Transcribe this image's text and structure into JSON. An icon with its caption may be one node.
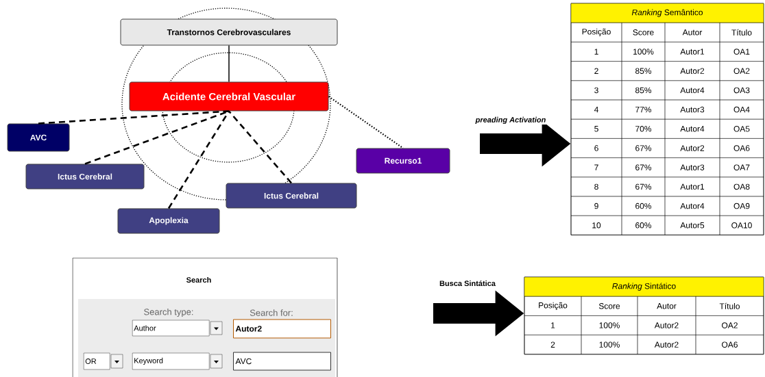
{
  "diagram": {
    "nodes": [
      {
        "text": [
          "Transtornos Cerebrovasculares"
        ]
      },
      {
        "text": [
          "Acidente Cerebral Vascular"
        ]
      },
      {
        "text": [
          "AVC"
        ]
      },
      {
        "text": [
          "Ictus Cerebral"
        ]
      },
      {
        "text": [
          "Recurso1"
        ]
      },
      {
        "text": [
          "Ictus Cerebral"
        ]
      },
      {
        "text": [
          "Apoplexia"
        ]
      },
      {
        "text": [
          "*Ranking* Semântico"
        ]
      },
      {
        "text": [
          "Search"
        ]
      },
      {
        "text": [
          "*Ranking* Sintático"
        ]
      }
    ],
    "edges": [
      {
        "from": 0,
        "to": 1,
        "arrow": "none"
      },
      {
        "from": 2,
        "to": 1,
        "arrow": "none",
        "style": "dashed"
      },
      {
        "from": 3,
        "to": 1,
        "arrow": "none",
        "style": "dashed"
      },
      {
        "from": 6,
        "to": 1,
        "arrow": "none",
        "style": "dashed"
      },
      {
        "from": 5,
        "to": 1,
        "arrow": "none",
        "style": "dashed"
      },
      {
        "from": 1,
        "to": 4,
        "arrow": "none",
        "style": "dashed"
      },
      {
        "from": null,
        "to": 7,
        "arrow": "to",
        "style": "thick",
        "label": "preading Activation"
      },
      {
        "from": null,
        "to": 9,
        "arrow": "to",
        "style": "thick",
        "label": "Busca Sintática"
      }
    ],
    "labels": [
      "Posição",
      "Score",
      "Autor",
      "Título",
      "1",
      "100%",
      "Autor1",
      "OA1",
      "2",
      "85%",
      "Autor2",
      "OA2",
      "3",
      "85%",
      "Autor4",
      "OA3",
      "4",
      "77%",
      "Autor3",
      "OA4",
      "5",
      "70%",
      "Autor4",
      "OA5",
      "6",
      "67%",
      "Autor2",
      "OA6",
      "7",
      "67%",
      "Autor3",
      "OA7",
      "8",
      "67%",
      "Autor1",
      "OA8",
      "9",
      "60%",
      "Autor4",
      "OA9",
      "10",
      "60%",
      "Autor5",
      "OA10",
      "Search type:",
      "Search for:",
      "Author",
      "Autor2",
      "OR",
      "Keyword",
      "AVC",
      "Posição",
      "Score",
      "Autor",
      "Título",
      "1",
      "100%",
      "Autor2",
      "OA2",
      "2",
      "100%",
      "Autor2",
      "OA6"
    ]
  }
}
